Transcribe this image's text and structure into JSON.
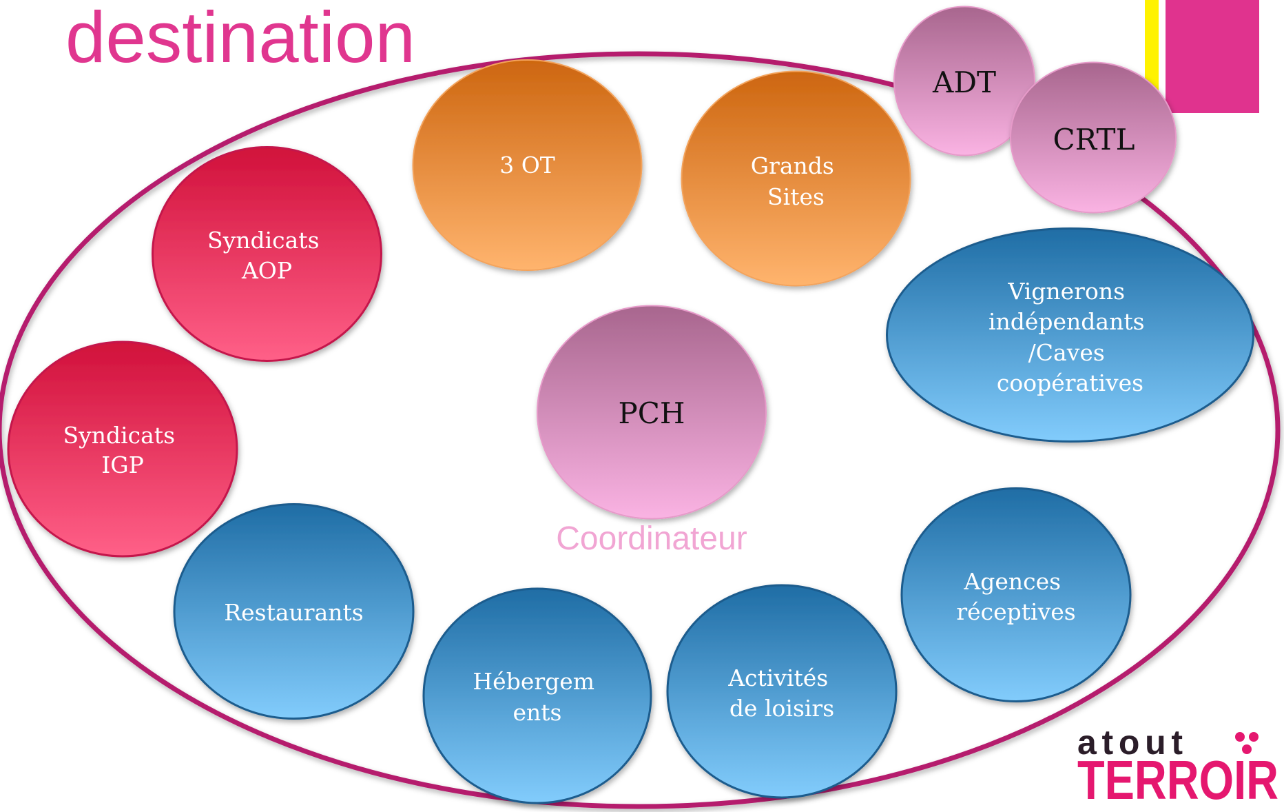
{
  "slide": {
    "title": "destination",
    "coordinator_caption": "Coordinateur"
  },
  "nodes": {
    "three_ot": {
      "lines": [
        "3 OT"
      ]
    },
    "grands_sites": {
      "lines": [
        "Grands",
        "Sites"
      ]
    },
    "adt": {
      "lines": [
        "ADT"
      ]
    },
    "crtl": {
      "lines": [
        "CRTL"
      ]
    },
    "syndicats_aop": {
      "lines": [
        "Syndicats",
        "AOP"
      ]
    },
    "syndicats_igp": {
      "lines": [
        "Syndicats",
        "IGP"
      ]
    },
    "pch": {
      "lines": [
        "PCH"
      ]
    },
    "vignerons": {
      "lines": [
        "Vignerons",
        "indépendants",
        "/Caves",
        "coopératives"
      ]
    },
    "restaurants": {
      "lines": [
        "Restaurants"
      ]
    },
    "hebergements": {
      "lines": [
        "Hébergem",
        "ents"
      ]
    },
    "activites": {
      "lines": [
        "Activités",
        "de loisirs"
      ]
    },
    "agences": {
      "lines": [
        "Agences",
        "réceptives"
      ]
    }
  },
  "logo": {
    "word1": "atout",
    "word2": "TERROIR"
  },
  "colors": {
    "title": "#e0368f",
    "ellipse_outline": "#b51c6d",
    "orange": {
      "top": "#cd6610",
      "bottom": "#ffb46e",
      "stroke": "#f3a35c"
    },
    "red": {
      "top": "#d1113b",
      "bottom": "#ff6088",
      "stroke": "#c4164b"
    },
    "pink": {
      "top": "#a8668e",
      "bottom": "#fab3e3",
      "stroke": "#e69ac9"
    },
    "blue": {
      "top": "#1f6da5",
      "bottom": "#82ccfc",
      "stroke": "#1c5b8d"
    },
    "coordinator": "#f1a5d3",
    "accent_yellow": "#fff200",
    "accent_magenta": "#e0338e",
    "logo_dark": "#2b1d29",
    "logo_magenta": "#e5176f"
  }
}
